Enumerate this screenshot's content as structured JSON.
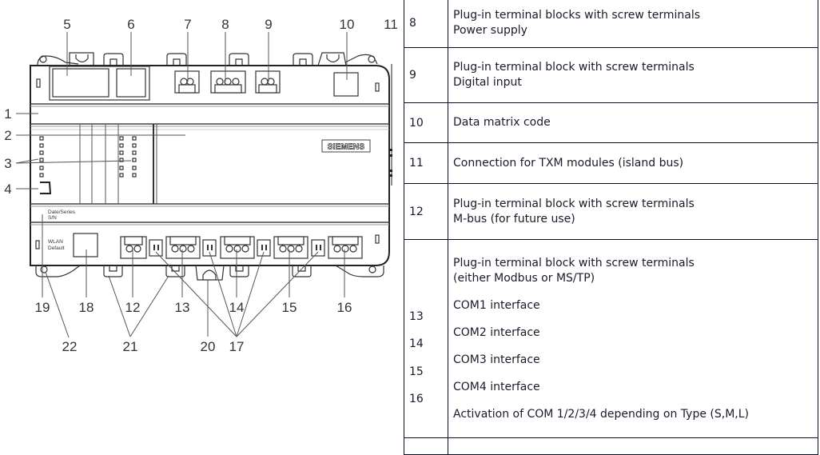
{
  "diagram": {
    "callouts": [
      "1",
      "2",
      "3",
      "4",
      "5",
      "6",
      "7",
      "8",
      "9",
      "10",
      "11",
      "12",
      "13",
      "14",
      "15",
      "16",
      "17",
      "18",
      "19",
      "20",
      "21",
      "22"
    ],
    "labels": {
      "date_series": "Date/Series",
      "sn": "S/N",
      "wlan": "WLAN",
      "default": "Default",
      "brand": "SIEMENS"
    }
  },
  "legend": {
    "rows": [
      {
        "num": "8",
        "lines": [
          "Plug-in terminal blocks with screw terminals",
          "Power supply"
        ]
      },
      {
        "num": "9",
        "lines": [
          "Plug-in terminal block with screw terminals",
          "Digital input"
        ]
      },
      {
        "num": "10",
        "lines": [
          "Data matrix code"
        ]
      },
      {
        "num": "11",
        "lines": [
          "Connection for TXM modules (island bus)"
        ]
      },
      {
        "num": "12",
        "lines": [
          "Plug-in terminal block with screw terminals",
          "M-bus (for future use)"
        ]
      }
    ],
    "com_block": {
      "header_lines": [
        "Plug-in terminal block with screw terminals",
        "(either Modbus or MS/TP)"
      ],
      "nums": [
        "13",
        "14",
        "15",
        "16"
      ],
      "items": [
        "COM1 interface",
        "COM2 interface",
        "COM3 interface",
        "COM4 interface"
      ],
      "footer": "Activation of COM 1/2/3/4 depending on Type (S,M,L)"
    }
  }
}
